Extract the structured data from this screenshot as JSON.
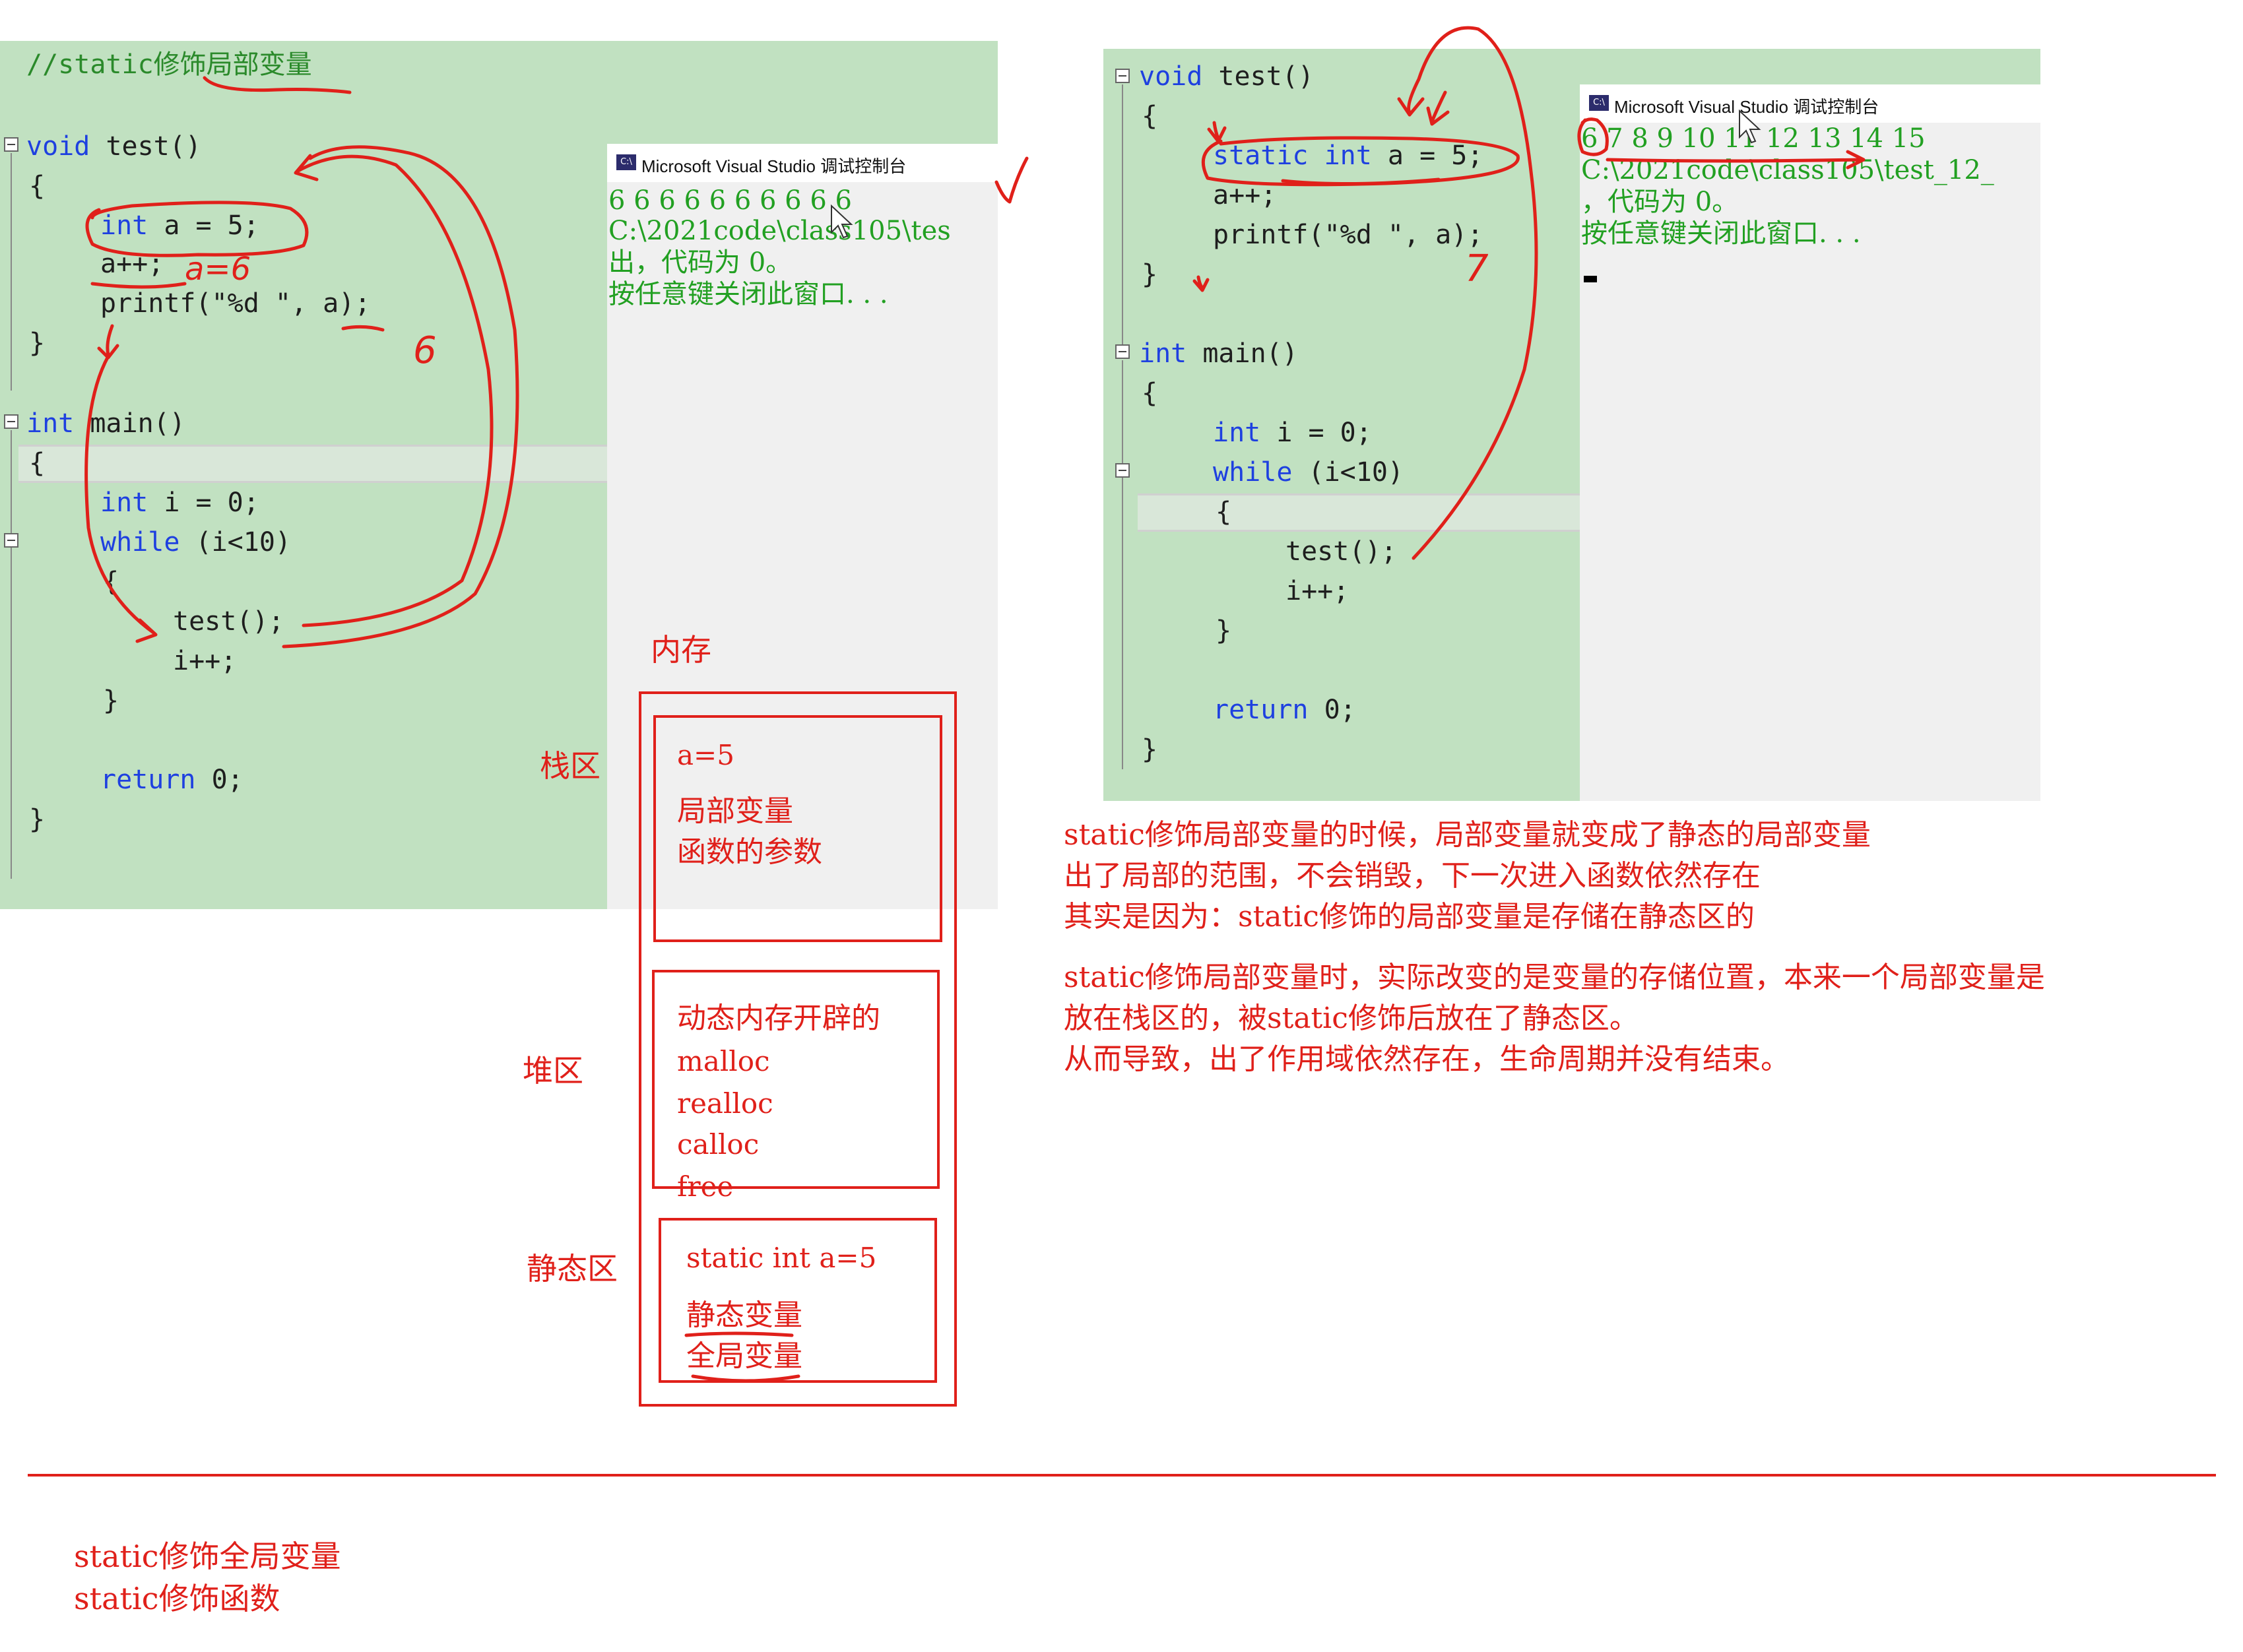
{
  "left": {
    "comment": "//static修饰局部变量",
    "code": {
      "test_sig_kw": "void",
      "test_sig_rest": " test()",
      "brace_open": "{",
      "decl_kw": "int",
      "decl_rest": " a = 5;",
      "inc": "a++;",
      "printf": "printf(\"%d \", a);",
      "brace_close": "}",
      "main_kw": "int",
      "main_rest": " main()",
      "main_open": "{",
      "i_kw": "int",
      "i_rest": " i = 0;",
      "while_kw": "while",
      "while_rest": " (i<10)",
      "loop_open": "{",
      "call_test": "test();",
      "i_inc": "i++;",
      "loop_close": "}",
      "ret_kw": "return",
      "ret_rest": " 0;",
      "main_close": "}"
    },
    "console": {
      "title": "Microsoft Visual Studio 调试控制台",
      "icon": "C:\\",
      "line1": "6 6 6 6 6 6 6 6 6 6",
      "line2": "C:\\2021code\\class105\\tes",
      "line3": "出，代码为 0。",
      "line4": "按任意键关闭此窗口. . ."
    },
    "annotations": {
      "a_eq_6": "a=6",
      "six": "6"
    }
  },
  "right": {
    "code": {
      "test_sig_kw": "void",
      "test_sig_rest": " test()",
      "brace_open": "{",
      "static_kw": "static",
      "int_kw": " int",
      "decl_rest": " a = 5;",
      "inc": "a++;",
      "printf": "printf(\"%d \", a);",
      "brace_close": "}",
      "main_kw": "int",
      "main_rest": " main()",
      "main_open": "{",
      "i_kw": "int",
      "i_rest": " i = 0;",
      "while_kw": "while",
      "while_rest": " (i<10)",
      "loop_open": "{",
      "call_test": "test();",
      "i_inc": "i++;",
      "loop_close": "}",
      "ret_kw": "return",
      "ret_rest": " 0;",
      "main_close": "}"
    },
    "console": {
      "title": "Microsoft Visual Studio 调试控制台",
      "icon": "C:\\",
      "line1": "6 7 8 9 10 11 12 13 14 15",
      "line2": "C:\\2021code\\class105\\test_12_",
      "line3": "，代码为 0。",
      "line4": "按任意键关闭此窗口. . ."
    },
    "annotations": {
      "seven": "7"
    }
  },
  "memory": {
    "title": "内存",
    "stack_label": "栈区",
    "heap_label": "堆区",
    "static_label": "静态区",
    "stack_lines": [
      "a=5",
      "局部变量",
      "函数的参数"
    ],
    "heap_lines": [
      "动态内存开辟的",
      "malloc",
      "realloc",
      "calloc",
      "free"
    ],
    "static_lines": [
      "static int a=5",
      "静态变量",
      "全局变量"
    ]
  },
  "notes": {
    "p1": [
      "static修饰局部变量的时候，局部变量就变成了静态的局部变量",
      "出了局部的范围，不会销毁，下一次进入函数依然存在",
      "其实是因为：static修饰的局部变量是存储在静态区的"
    ],
    "p2": [
      "static修饰局部变量时，实际改变的是变量的存储位置，本来一个局部变量是",
      "放在栈区的，被static修饰后放在了静态区。",
      "从而导致，出了作用域依然存在，生命周期并没有结束。"
    ],
    "bottom": [
      "static修饰全局变量",
      "static修饰函数"
    ]
  },
  "colors": {
    "panel_bg": "#c1e1c1",
    "keyword": "#1e40e0",
    "console_text": "#22a022",
    "annotation_red": "#e0201a"
  }
}
